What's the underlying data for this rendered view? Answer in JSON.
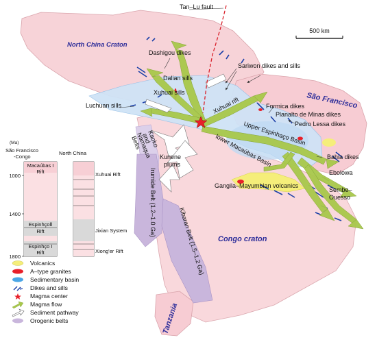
{
  "labels": {
    "tan_lu_fault": "Tan–Lu fault",
    "scale_bar": "500 km",
    "north_china_craton": "North China Craton",
    "dashigou_dikes": "Dashigou dikes",
    "dalian_sills": "Dalian sills",
    "sariwon": "Sariwon dikes and sills",
    "xuhuai_sills": "Xuhuai sills",
    "xuhuai_rift": "Xuhuai rift",
    "sao_francisco": "São Francisco",
    "formica_dikes": "Formica dikes",
    "planalto_dikes": "Planalto de Minas dikes",
    "pedro_lessa_dikes": "Pedro Lessa dikes",
    "luchuan_sills": "Luchuan sills",
    "upper_espinhaco": "Upper Espinhaço Basin",
    "lower_macaubas": "lower Macaúbas Basin",
    "kaoko_1": "Kaoko",
    "kaoko_2": "and",
    "kaoko_3": "Namaqua",
    "kaoko_4": "Belts",
    "kunene_1": "Kunene",
    "kunene_2": "plums",
    "bahia_dikes": "Bahia dikes",
    "ebolowa": "Ebolowa",
    "sembe_1": "Sembe–",
    "sembe_2": "Ouesso",
    "gangila": "Gangila–Mayumbian volcanics",
    "irumide": "Irumide Belt (1.2–1.0 Ga)",
    "kibaran": "Kibaran Belt (1.5–1.2 Ga)",
    "congo_craton": "Congo craton",
    "tanzania": "Tanzania"
  },
  "timeline": {
    "unit": "(Ma)",
    "left_header_1": "São Francisco",
    "left_header_2": "-Congo",
    "right_header": "North China",
    "ticks": [
      "1000",
      "1400",
      "1800"
    ],
    "left_units": [
      {
        "l1": "Macaúbas I",
        "l2": "Rift"
      },
      {
        "l1": "EspinhçoⅡ",
        "l2": "Rift"
      },
      {
        "l1": "Espinhço I",
        "l2": "Rift"
      }
    ],
    "right_units": [
      "Xuhuai Rift",
      "Jixian System",
      "Xiong'er Rift"
    ]
  },
  "legend": [
    {
      "label": "Volcanics",
      "symbol": "ellipse",
      "color": "#f5ee7a"
    },
    {
      "label": "A–type granites",
      "symbol": "ellipse",
      "color": "#e8202a"
    },
    {
      "label": "Sedimentary basin",
      "symbol": "ellipse",
      "color": "#4aa6e6"
    },
    {
      "label": "Dikes and sills",
      "symbol": "dikes",
      "color": "#1b3fa8"
    },
    {
      "label": "Magma center",
      "symbol": "star",
      "color": "#e8202a"
    },
    {
      "label": "Magma flow",
      "symbol": "flow-arrow",
      "color": "#9ec23a"
    },
    {
      "label": "Sediment pathway",
      "symbol": "white-arrow",
      "color": "#ffffff"
    },
    {
      "label": "Orogenic belts",
      "symbol": "ellipse",
      "color": "#c9b6dc"
    }
  ]
}
